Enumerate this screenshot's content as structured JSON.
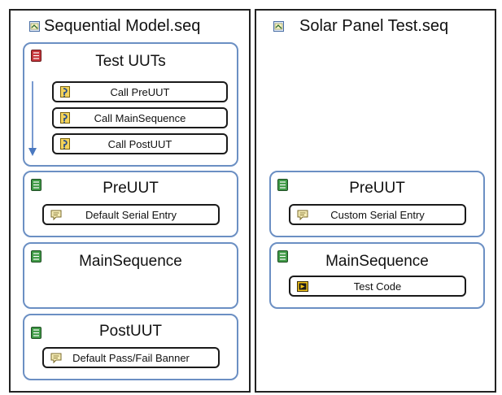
{
  "left_panel": {
    "title": "Sequential Model.seq",
    "sequences": [
      {
        "name": "Test UUTs",
        "icon": "red-sequence-icon",
        "steps": [
          "Call PreUUT",
          "Call MainSequence",
          "Call PostUUT"
        ]
      },
      {
        "name": "PreUUT",
        "icon": "green-sequence-icon",
        "steps": [
          "Default Serial Entry"
        ]
      },
      {
        "name": "MainSequence",
        "icon": "green-sequence-icon",
        "steps": []
      },
      {
        "name": "PostUUT",
        "icon": "green-sequence-icon",
        "steps": [
          "Default Pass/Fail Banner"
        ]
      }
    ]
  },
  "right_panel": {
    "title": "Solar Panel Test.seq",
    "sequences": [
      {
        "name": "PreUUT",
        "icon": "green-sequence-icon",
        "steps": [
          "Custom Serial Entry"
        ]
      },
      {
        "name": "MainSequence",
        "icon": "green-sequence-icon",
        "steps": [
          "Test Code"
        ]
      }
    ]
  },
  "colors": {
    "sequence_border": "#6b8fc3",
    "step_border": "#1a1a1a",
    "arrow": "#4a78c0"
  }
}
